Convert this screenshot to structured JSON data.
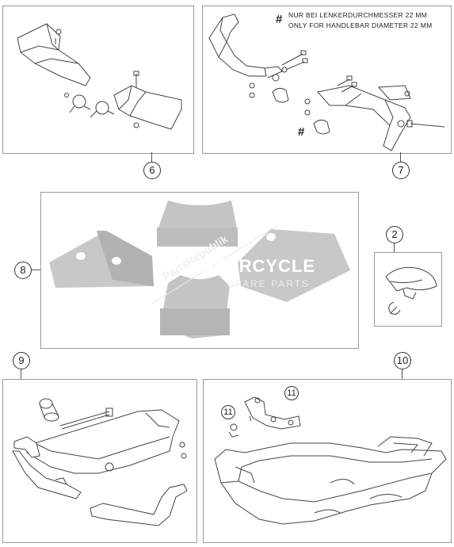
{
  "callouts": {
    "item6": "6",
    "item7": "7",
    "item8": "8",
    "item2": "2",
    "item9": "9",
    "item10": "10",
    "item11_a": "11",
    "item11_b": "11"
  },
  "notes": {
    "hash_symbol": "#",
    "german": "NUR BEI LENKERDURCHMESSER 22 MM",
    "english": "ONLY FOR HANDLEBAR DIAMETER 22 MM",
    "hash_bottom": "#"
  },
  "watermark": {
    "main": "MOTORCYCLE",
    "sub": "SPARE PARTS",
    "diag": "PartsRepublik"
  },
  "colors": {
    "line": "#555555",
    "decal": "#bdbdbd",
    "decal_light": "#d2d2d2"
  }
}
